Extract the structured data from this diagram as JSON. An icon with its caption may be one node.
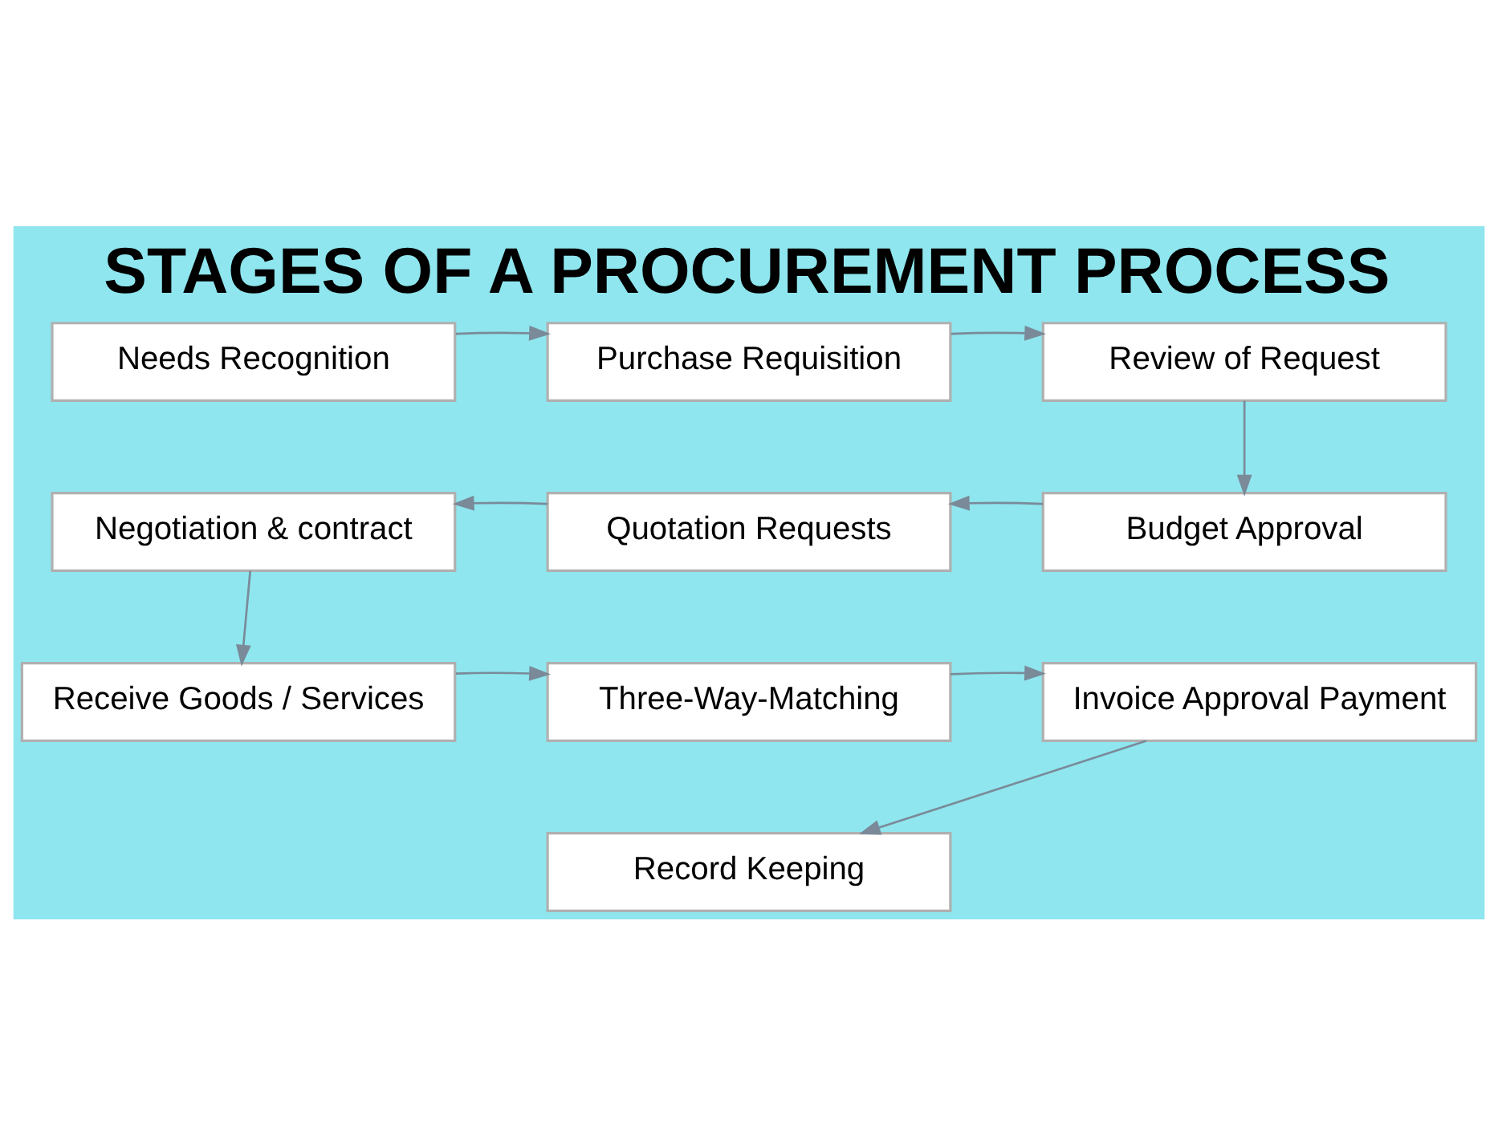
{
  "diagram": {
    "title": "STAGES OF A PROCUREMENT PROCESS",
    "nodes": [
      {
        "text": [
          "Needs Recognition"
        ]
      },
      {
        "text": [
          "Purchase Requisition"
        ]
      },
      {
        "text": [
          "Review of Request"
        ]
      },
      {
        "text": [
          "Negotiation & contract"
        ]
      },
      {
        "text": [
          "Quotation Requests"
        ]
      },
      {
        "text": [
          "Budget Approval"
        ]
      },
      {
        "text": [
          "Receive Goods / Services"
        ]
      },
      {
        "text": [
          "Three-Way-Matching"
        ]
      },
      {
        "text": [
          "Invoice Approval Payment"
        ]
      },
      {
        "text": [
          "Record Keeping"
        ]
      }
    ],
    "edges": [
      {
        "from": 0,
        "to": 1,
        "arrow": "to"
      },
      {
        "from": 1,
        "to": 2,
        "arrow": "to"
      },
      {
        "from": 2,
        "to": 5,
        "arrow": "to"
      },
      {
        "from": 5,
        "to": 4,
        "arrow": "to"
      },
      {
        "from": 4,
        "to": 3,
        "arrow": "to"
      },
      {
        "from": 3,
        "to": 6,
        "arrow": "to"
      },
      {
        "from": 6,
        "to": 7,
        "arrow": "to"
      },
      {
        "from": 7,
        "to": 8,
        "arrow": "to"
      },
      {
        "from": 8,
        "to": 9,
        "arrow": "to"
      }
    ]
  }
}
